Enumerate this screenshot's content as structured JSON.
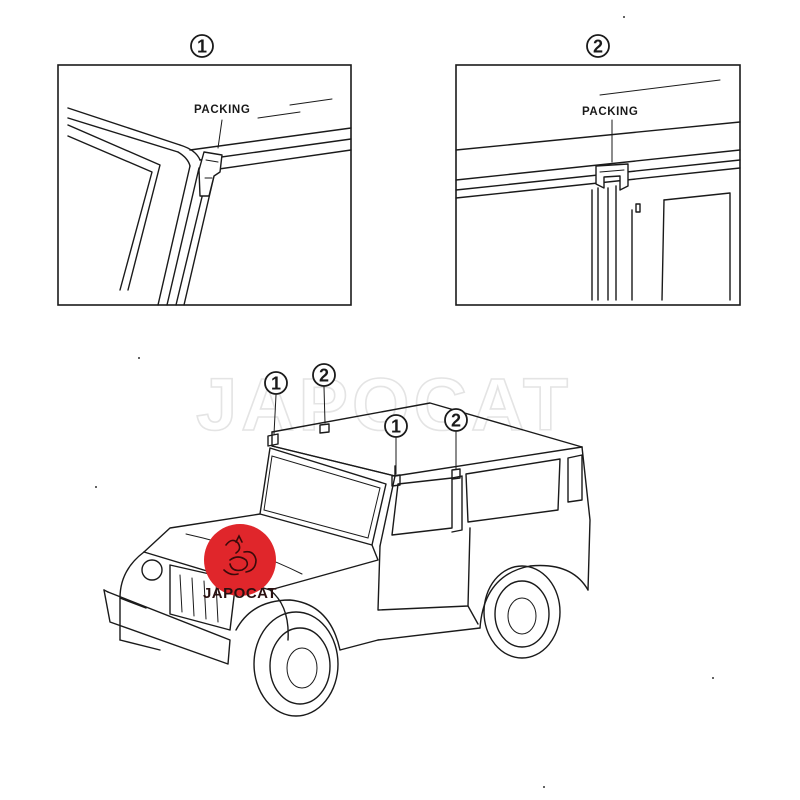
{
  "watermark": {
    "text": "JAPOCAT"
  },
  "detail_1": {
    "number": "1",
    "label": "PACKING"
  },
  "detail_2": {
    "number": "2",
    "label": "PACKING"
  },
  "callouts": [
    {
      "id": "callout-1-front",
      "number": "1"
    },
    {
      "id": "callout-2-front",
      "number": "2"
    },
    {
      "id": "callout-1-rear",
      "number": "1"
    },
    {
      "id": "callout-2-rear",
      "number": "2"
    }
  ],
  "logo": {
    "text": "JAPOCAT",
    "color": "#e0262b"
  },
  "colors": {
    "line": "#1a1a1a",
    "background": "#ffffff",
    "watermark": "#e4e4e4"
  }
}
